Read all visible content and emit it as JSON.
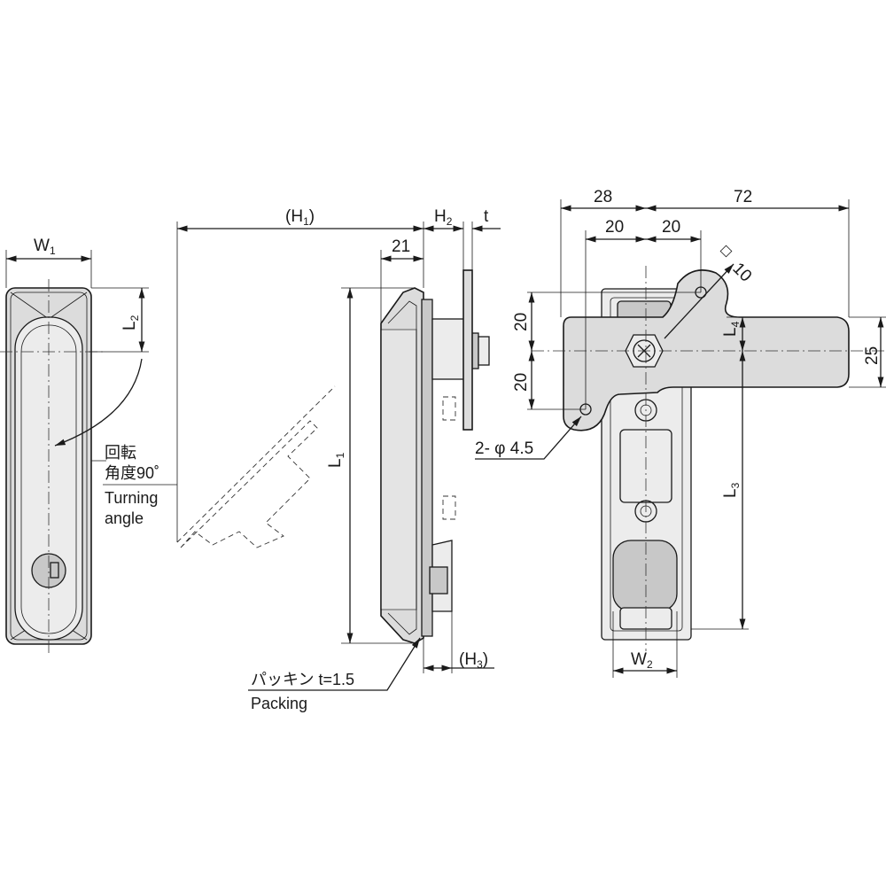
{
  "dims": {
    "w1": {
      "base": "W",
      "sub": "1"
    },
    "l2": {
      "base": "L",
      "sub": "2"
    },
    "h1": {
      "open": "(",
      "base": "H",
      "sub": "1",
      "close": ")"
    },
    "h2": {
      "base": "H",
      "sub": "2"
    },
    "t": "t",
    "d21": "21",
    "l1": {
      "base": "L",
      "sub": "1"
    },
    "h3": {
      "open": "(",
      "base": "H",
      "sub": "3",
      "close": ")"
    },
    "d28": "28",
    "d72": "72",
    "d20a": "20",
    "d20b": "20",
    "d20c": "20",
    "d20d": "20",
    "sq10": "10",
    "l4": {
      "base": "L",
      "sub": "4"
    },
    "d25": "25",
    "l3": {
      "base": "L",
      "sub": "3"
    },
    "w2": {
      "base": "W",
      "sub": "2"
    },
    "holes": "2- φ 4.5"
  },
  "notes": {
    "turning_ja_1": "回転",
    "turning_ja_2": "角度90˚",
    "turning_en_1": "Turning",
    "turning_en_2": "angle",
    "packing_ja": "パッキン t=1.5",
    "packing_en": "Packing"
  }
}
